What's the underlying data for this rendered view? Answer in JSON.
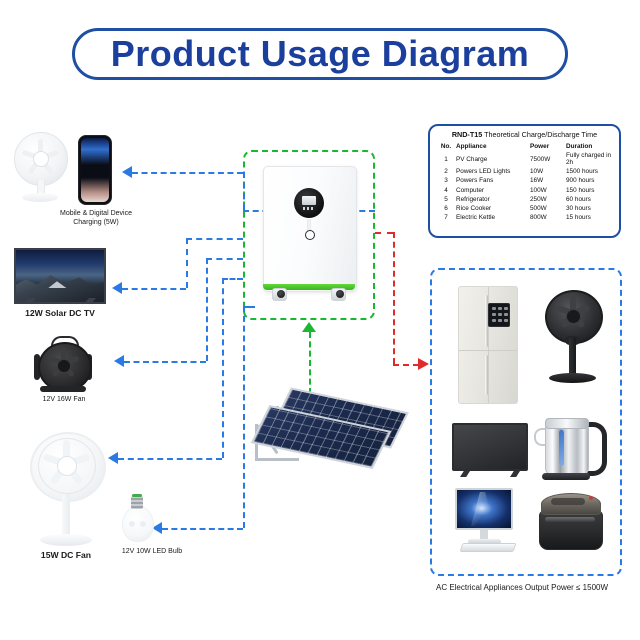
{
  "title": "Product Usage Diagram",
  "spec_table": {
    "title_bold": "RND-T15",
    "title_rest": " Theoretical Charge/Discharge Time",
    "columns": [
      "No.",
      "Appliance",
      "Power",
      "Duration"
    ],
    "rows": [
      {
        "no": "1",
        "appliance": "PV Charge",
        "power": "7500W",
        "duration": "Fully charged in 2h"
      },
      {
        "no": "2",
        "appliance": "Powers LED Lights",
        "power": "10W",
        "duration": "1500 hours"
      },
      {
        "no": "3",
        "appliance": "Powers Fans",
        "power": "16W",
        "duration": "900 hours"
      },
      {
        "no": "4",
        "appliance": "Computer",
        "power": "100W",
        "duration": "150 hours"
      },
      {
        "no": "5",
        "appliance": "Refrigerator",
        "power": "250W",
        "duration": "60 hours"
      },
      {
        "no": "6",
        "appliance": "Rice Cooker",
        "power": "500W",
        "duration": "30 hours"
      },
      {
        "no": "7",
        "appliance": "Electric Kettle",
        "power": "800W",
        "duration": "15 hours"
      }
    ]
  },
  "dc_loads": {
    "phone_label_line1": "Mobile & Digital Device",
    "phone_label_line2": "Charging (5W)",
    "tv_label": "12W Solar DC TV",
    "floor_fan_label": "12V 16W Fan",
    "pedestal_fan_label": "15W DC Fan",
    "bulb_label": "12V 10W LED Bulb"
  },
  "ac_zone": {
    "caption": "AC Electrical Appliances Output Power ≤ 1500W"
  },
  "colors": {
    "title_blue": "#1b3f9c",
    "dc_line_blue": "#2a7ae4",
    "ac_line_red": "#e02b2b",
    "pv_line_green": "#18b830"
  }
}
